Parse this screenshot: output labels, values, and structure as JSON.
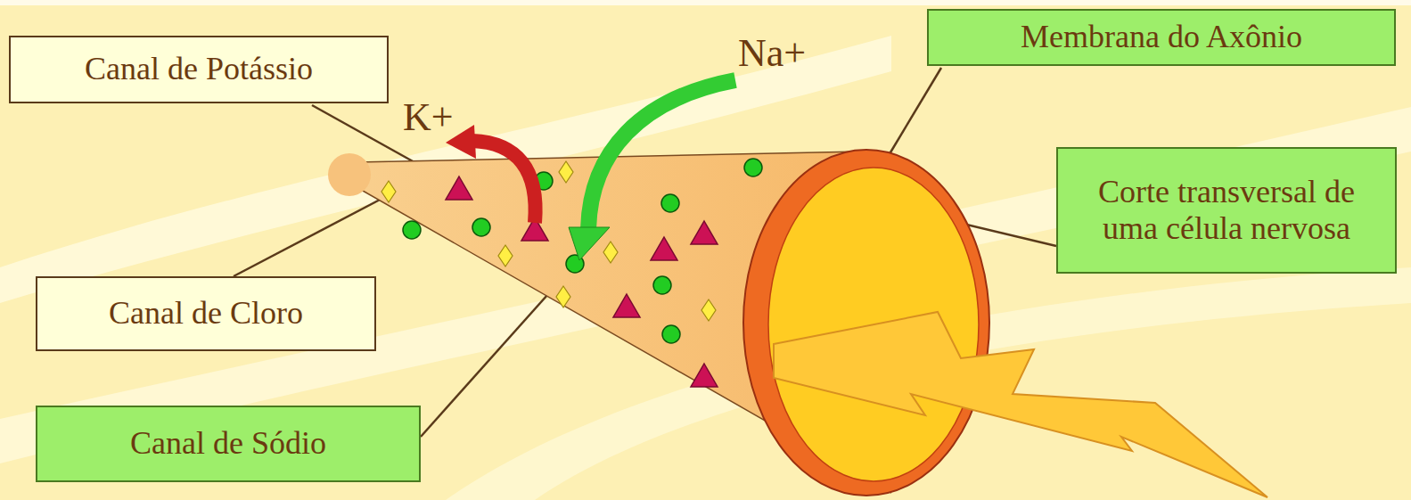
{
  "diagram": {
    "nodes": [
      {
        "text": [
          "Canal de Potássio"
        ]
      },
      {
        "text": [
          "Membrana do Axônio"
        ]
      },
      {
        "text": [
          "Corte transversal de uma célula nervosa"
        ]
      },
      {
        "text": [
          "Canal de Cloro"
        ]
      },
      {
        "text": [
          "Canal de Sódio"
        ]
      }
    ],
    "labels": [
      "K+",
      "Na+"
    ]
  }
}
